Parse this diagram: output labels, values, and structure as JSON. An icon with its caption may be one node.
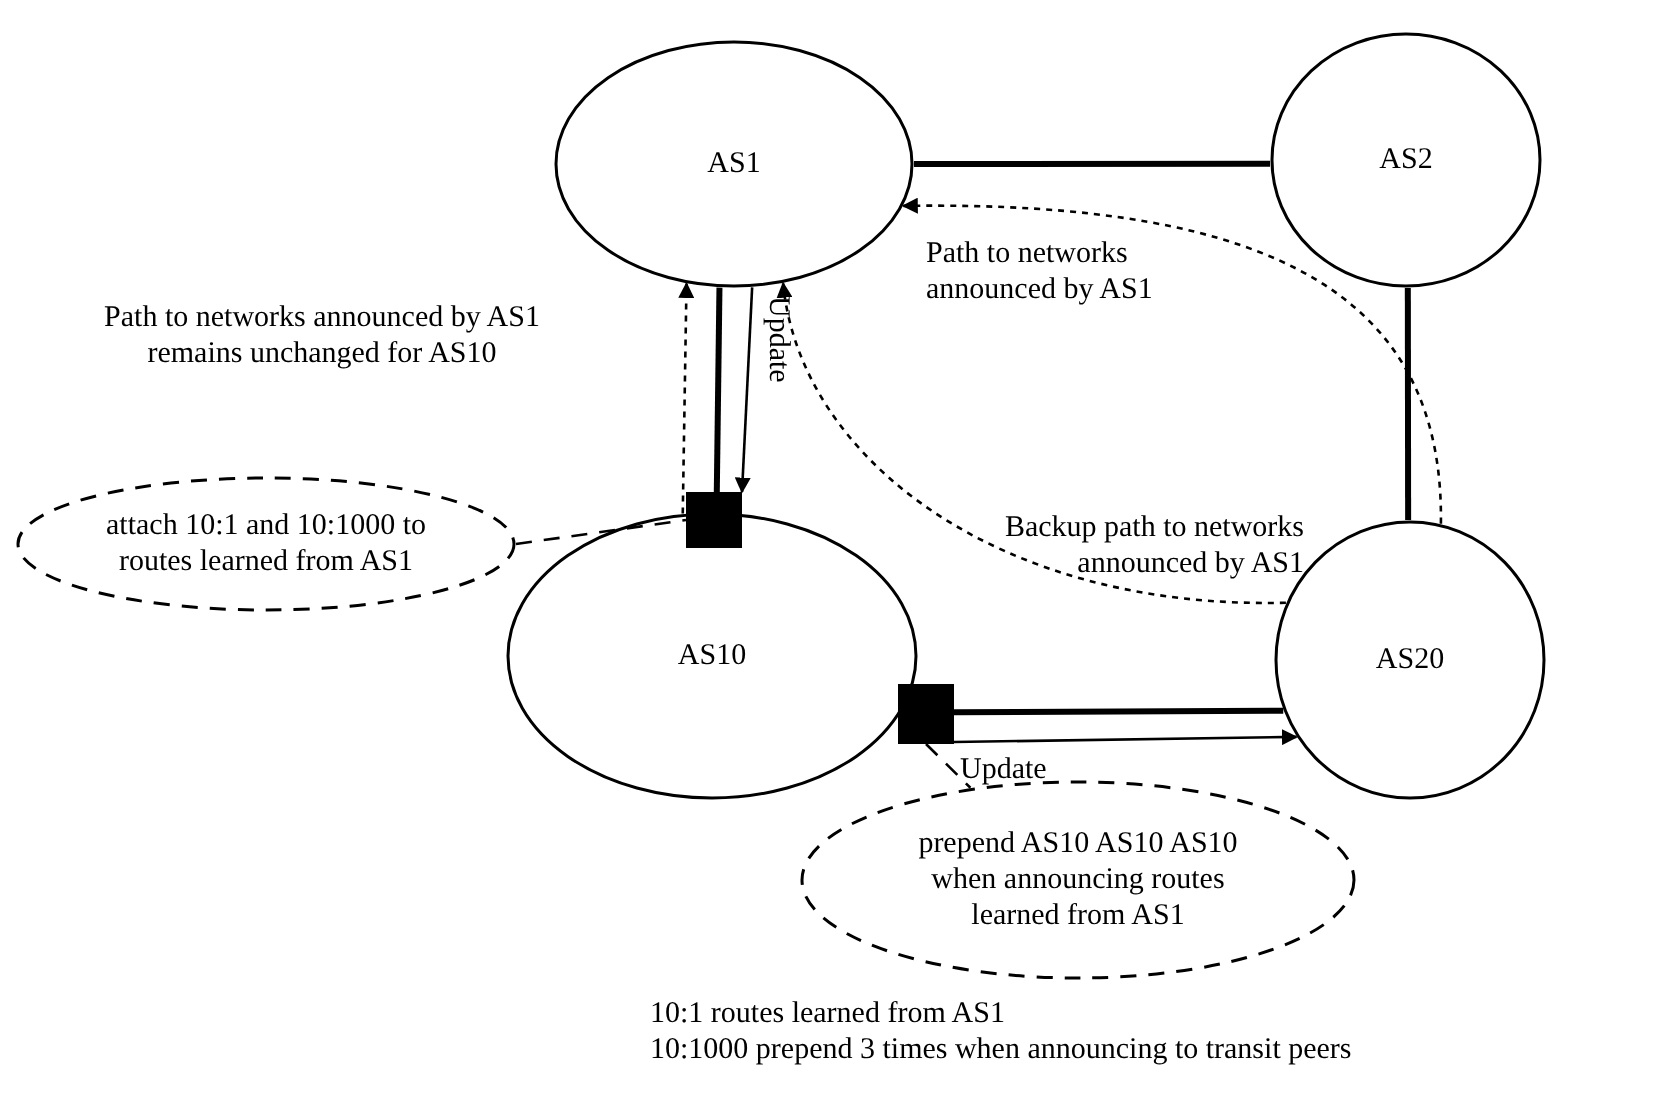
{
  "diagram": {
    "nodes": [
      {
        "text": [
          "AS1"
        ]
      },
      {
        "text": [
          "AS2"
        ]
      },
      {
        "text": [
          "AS10"
        ]
      },
      {
        "text": [
          "AS20"
        ]
      },
      {
        "text": [],
        "shape": "box"
      },
      {
        "text": [],
        "shape": "box"
      },
      {
        "text": [
          "attach 10:1 and 10:1000 to routes learned from AS1"
        ]
      },
      {
        "text": [
          "prepend AS10 AS10 AS10 when announcing routes learned from AS1"
        ]
      }
    ],
    "edges": [
      {
        "from": 0,
        "to": 1,
        "arrow": "none",
        "style": "thick"
      },
      {
        "from": 0,
        "to": 4,
        "arrow": "none",
        "style": "thick"
      },
      {
        "from": 1,
        "to": 3,
        "arrow": "none",
        "style": "thick"
      },
      {
        "from": 5,
        "to": 3,
        "arrow": "none",
        "style": "thick"
      },
      {
        "from": 0,
        "to": 4,
        "arrow": "to",
        "label": "Update"
      },
      {
        "from": 5,
        "to": 3,
        "arrow": "to",
        "label": "Update"
      },
      {
        "from": 3,
        "to": 0,
        "arrow": "to",
        "style": "dashed",
        "label": "Path to networks announced by AS1"
      },
      {
        "from": 3,
        "to": 0,
        "arrow": "to",
        "style": "dashed",
        "label": "Backup path to networks announced by AS1"
      },
      {
        "from": 2,
        "to": 0,
        "arrow": "to",
        "style": "dashed",
        "label": "Path to networks announced by AS1 remains unchanged for AS10"
      },
      {
        "from": 6,
        "to": 4,
        "arrow": "none",
        "style": "dashed"
      },
      {
        "from": 5,
        "to": 7,
        "arrow": "none",
        "style": "dashed"
      }
    ],
    "labels": [
      "10:1 routes learned from AS1",
      "10:1000 prepend 3 times when announcing to transit peers"
    ]
  }
}
